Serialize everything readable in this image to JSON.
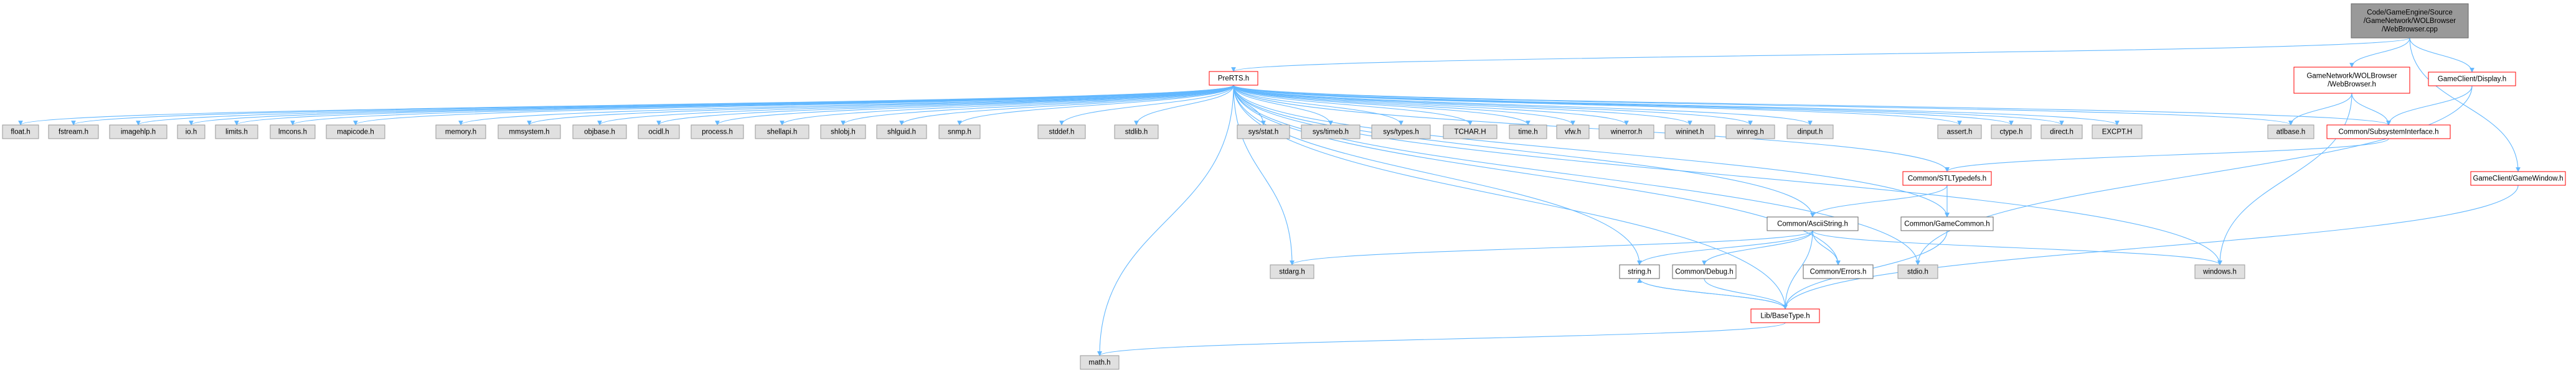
{
  "nodes": [
    {
      "id": "root",
      "lines": [
        "Code/GameEngine/Source",
        "/GameNetwork/WOLBrowser",
        "/WebBrowser.cpp"
      ],
      "style": "root"
    },
    {
      "id": "prerts",
      "lines": [
        "PreRTS.h"
      ],
      "style": "red"
    },
    {
      "id": "wolweb",
      "lines": [
        "GameNetwork/WOLBrowser",
        "/WebBrowser.h"
      ],
      "style": "red"
    },
    {
      "id": "gcdisplay",
      "lines": [
        "GameClient/Display.h"
      ],
      "style": "red"
    },
    {
      "id": "subsys",
      "lines": [
        "Common/SubsystemInterface.h"
      ],
      "style": "red"
    },
    {
      "id": "gcwindow",
      "lines": [
        "GameClient/GameWindow.h"
      ],
      "style": "red"
    },
    {
      "id": "stltypedefs",
      "lines": [
        "Common/STLTypedefs.h"
      ],
      "style": "red"
    },
    {
      "id": "asciistring",
      "lines": [
        "Common/AsciiString.h"
      ],
      "style": "white"
    },
    {
      "id": "gamecommon",
      "lines": [
        "Common/GameCommon.h"
      ],
      "style": "white"
    },
    {
      "id": "basetype",
      "lines": [
        "Lib/BaseType.h"
      ],
      "style": "red"
    },
    {
      "id": "string_h",
      "lines": [
        "string.h"
      ],
      "style": "white"
    },
    {
      "id": "debug_h",
      "lines": [
        "Common/Debug.h"
      ],
      "style": "white"
    },
    {
      "id": "errors_h",
      "lines": [
        "Common/Errors.h"
      ],
      "style": "white"
    },
    {
      "id": "stdio_h",
      "lines": [
        "stdio.h"
      ],
      "style": "gray"
    },
    {
      "id": "stdarg_h",
      "lines": [
        "stdarg.h"
      ],
      "style": "gray"
    },
    {
      "id": "windows_h",
      "lines": [
        "windows.h"
      ],
      "style": "gray"
    },
    {
      "id": "math_h",
      "lines": [
        "math.h"
      ],
      "style": "gray"
    },
    {
      "id": "atlbase_h",
      "lines": [
        "atlbase.h"
      ],
      "style": "gray"
    },
    {
      "id": "float_h",
      "lines": [
        "float.h"
      ],
      "style": "gray"
    },
    {
      "id": "fstream_h",
      "lines": [
        "fstream.h"
      ],
      "style": "gray"
    },
    {
      "id": "imagehlp_h",
      "lines": [
        "imagehlp.h"
      ],
      "style": "gray"
    },
    {
      "id": "io_h",
      "lines": [
        "io.h"
      ],
      "style": "gray"
    },
    {
      "id": "limits_h",
      "lines": [
        "limits.h"
      ],
      "style": "gray"
    },
    {
      "id": "lmcons_h",
      "lines": [
        "lmcons.h"
      ],
      "style": "gray"
    },
    {
      "id": "mapicode_h",
      "lines": [
        "mapicode.h"
      ],
      "style": "gray"
    },
    {
      "id": "memory_h",
      "lines": [
        "memory.h"
      ],
      "style": "gray"
    },
    {
      "id": "mmsystem_h",
      "lines": [
        "mmsystem.h"
      ],
      "style": "gray"
    },
    {
      "id": "objbase_h",
      "lines": [
        "objbase.h"
      ],
      "style": "gray"
    },
    {
      "id": "ocidl_h",
      "lines": [
        "ocidl.h"
      ],
      "style": "gray"
    },
    {
      "id": "process_h",
      "lines": [
        "process.h"
      ],
      "style": "gray"
    },
    {
      "id": "shellapi_h",
      "lines": [
        "shellapi.h"
      ],
      "style": "gray"
    },
    {
      "id": "shlobj_h",
      "lines": [
        "shlobj.h"
      ],
      "style": "gray"
    },
    {
      "id": "shlguid_h",
      "lines": [
        "shlguid.h"
      ],
      "style": "gray"
    },
    {
      "id": "snmp_h",
      "lines": [
        "snmp.h"
      ],
      "style": "gray"
    },
    {
      "id": "stddef_h",
      "lines": [
        "stddef.h"
      ],
      "style": "gray"
    },
    {
      "id": "stdlib_h",
      "lines": [
        "stdlib.h"
      ],
      "style": "gray"
    },
    {
      "id": "sysstat_h",
      "lines": [
        "sys/stat.h"
      ],
      "style": "gray"
    },
    {
      "id": "systimeb_h",
      "lines": [
        "sys/timeb.h"
      ],
      "style": "gray"
    },
    {
      "id": "systypes_h",
      "lines": [
        "sys/types.h"
      ],
      "style": "gray"
    },
    {
      "id": "tchar_h",
      "lines": [
        "TCHAR.H"
      ],
      "style": "gray"
    },
    {
      "id": "time_h",
      "lines": [
        "time.h"
      ],
      "style": "gray"
    },
    {
      "id": "vfw_h",
      "lines": [
        "vfw.h"
      ],
      "style": "gray"
    },
    {
      "id": "winerror_h",
      "lines": [
        "winerror.h"
      ],
      "style": "gray"
    },
    {
      "id": "wininet_h",
      "lines": [
        "wininet.h"
      ],
      "style": "gray"
    },
    {
      "id": "winreg_h",
      "lines": [
        "winreg.h"
      ],
      "style": "gray"
    },
    {
      "id": "dinput_h",
      "lines": [
        "dinput.h"
      ],
      "style": "gray"
    },
    {
      "id": "assert_h",
      "lines": [
        "assert.h"
      ],
      "style": "gray"
    },
    {
      "id": "ctype_h",
      "lines": [
        "ctype.h"
      ],
      "style": "gray"
    },
    {
      "id": "direct_h",
      "lines": [
        "direct.h"
      ],
      "style": "gray"
    },
    {
      "id": "excpt_h",
      "lines": [
        "EXCPT.H"
      ],
      "style": "gray"
    }
  ],
  "edges": [
    [
      "root",
      "prerts"
    ],
    [
      "root",
      "wolweb"
    ],
    [
      "root",
      "gcdisplay"
    ],
    [
      "root",
      "gcwindow"
    ],
    [
      "wolweb",
      "atlbase_h"
    ],
    [
      "wolweb",
      "subsys"
    ],
    [
      "wolweb",
      "windows_h"
    ],
    [
      "gcdisplay",
      "subsys"
    ],
    [
      "gcdisplay",
      "stdio_h"
    ],
    [
      "gcwindow",
      "basetype"
    ],
    [
      "subsys",
      "stltypedefs"
    ],
    [
      "stltypedefs",
      "asciistring"
    ],
    [
      "stltypedefs",
      "gamecommon"
    ],
    [
      "gamecommon",
      "basetype"
    ],
    [
      "asciistring",
      "basetype"
    ],
    [
      "asciistring",
      "debug_h"
    ],
    [
      "asciistring",
      "errors_h"
    ],
    [
      "asciistring",
      "string_h"
    ],
    [
      "asciistring",
      "stdarg_h"
    ],
    [
      "asciistring",
      "windows_h"
    ],
    [
      "debug_h",
      "basetype"
    ],
    [
      "basetype",
      "string_h"
    ],
    [
      "string_h",
      "basetype"
    ],
    [
      "basetype",
      "math_h"
    ],
    [
      "prerts",
      "float_h"
    ],
    [
      "prerts",
      "fstream_h"
    ],
    [
      "prerts",
      "imagehlp_h"
    ],
    [
      "prerts",
      "io_h"
    ],
    [
      "prerts",
      "limits_h"
    ],
    [
      "prerts",
      "lmcons_h"
    ],
    [
      "prerts",
      "mapicode_h"
    ],
    [
      "prerts",
      "math_h"
    ],
    [
      "prerts",
      "memory_h"
    ],
    [
      "prerts",
      "mmsystem_h"
    ],
    [
      "prerts",
      "objbase_h"
    ],
    [
      "prerts",
      "ocidl_h"
    ],
    [
      "prerts",
      "process_h"
    ],
    [
      "prerts",
      "shellapi_h"
    ],
    [
      "prerts",
      "shlobj_h"
    ],
    [
      "prerts",
      "shlguid_h"
    ],
    [
      "prerts",
      "snmp_h"
    ],
    [
      "prerts",
      "stdarg_h"
    ],
    [
      "prerts",
      "stddef_h"
    ],
    [
      "prerts",
      "stdio_h"
    ],
    [
      "prerts",
      "stdlib_h"
    ],
    [
      "prerts",
      "string_h"
    ],
    [
      "prerts",
      "sysstat_h"
    ],
    [
      "prerts",
      "systimeb_h"
    ],
    [
      "prerts",
      "systypes_h"
    ],
    [
      "prerts",
      "tchar_h"
    ],
    [
      "prerts",
      "time_h"
    ],
    [
      "prerts",
      "vfw_h"
    ],
    [
      "prerts",
      "winerror_h"
    ],
    [
      "prerts",
      "wininet_h"
    ],
    [
      "prerts",
      "winreg_h"
    ],
    [
      "prerts",
      "windows_h"
    ],
    [
      "prerts",
      "dinput_h"
    ],
    [
      "prerts",
      "assert_h"
    ],
    [
      "prerts",
      "ctype_h"
    ],
    [
      "prerts",
      "direct_h"
    ],
    [
      "prerts",
      "excpt_h"
    ],
    [
      "prerts",
      "atlbase_h"
    ],
    [
      "prerts",
      "asciistring"
    ],
    [
      "prerts",
      "gamecommon"
    ],
    [
      "prerts",
      "stltypedefs"
    ],
    [
      "prerts",
      "subsys"
    ],
    [
      "prerts",
      "basetype"
    ],
    [
      "prerts",
      "errors_h"
    ]
  ]
}
